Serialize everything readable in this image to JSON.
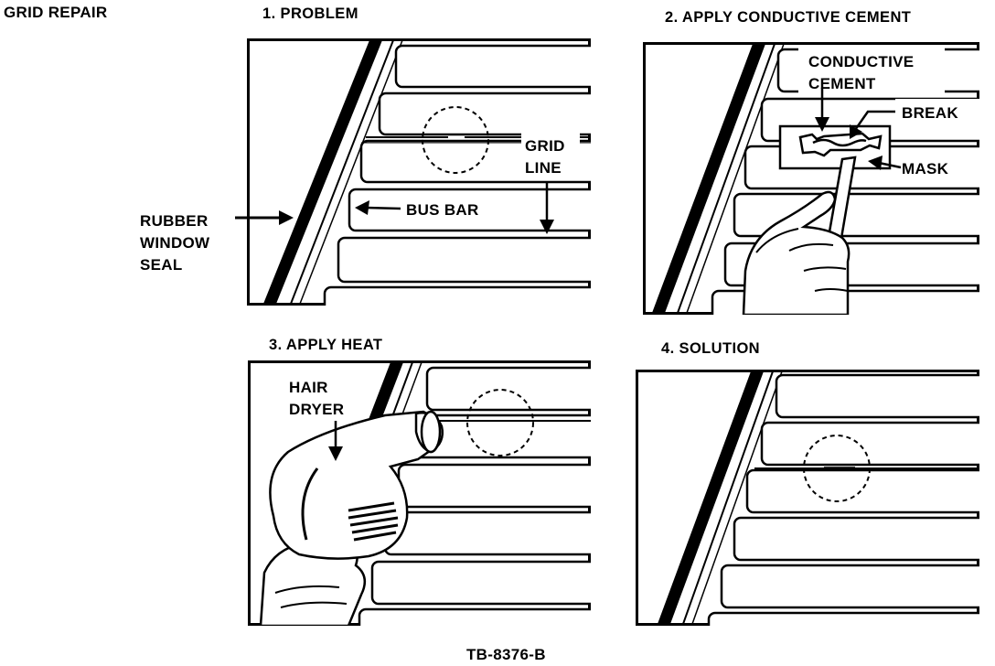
{
  "header": {
    "title": "GRID REPAIR"
  },
  "panels": [
    {
      "title": "1. PROBLEM"
    },
    {
      "title": "2. APPLY CONDUCTIVE CEMENT"
    },
    {
      "title": "3. APPLY HEAT"
    },
    {
      "title": "4. SOLUTION"
    }
  ],
  "labels": {
    "rubber_seal": [
      "RUBBER",
      "WINDOW",
      "SEAL"
    ],
    "bus_bar": "BUS BAR",
    "grid_line": [
      "GRID",
      "LINE"
    ],
    "conductive_cement": [
      "CONDUCTIVE",
      "CEMENT"
    ],
    "break": "BREAK",
    "mask": "MASK",
    "hair_dryer": [
      "HAIR",
      "DRYER"
    ]
  },
  "figure_id": "TB-8376-B"
}
